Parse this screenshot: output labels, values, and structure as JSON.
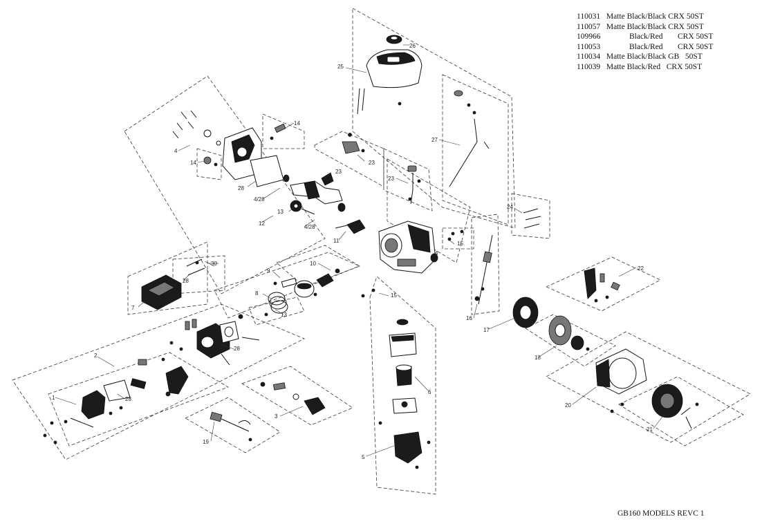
{
  "models": [
    {
      "number": "110031",
      "color": "Matte Black/Black",
      "model": "CRX 50ST"
    },
    {
      "number": "110057",
      "color": "Matte Black/Black",
      "model": "CRX 50ST"
    },
    {
      "number": "109966",
      "color": "Black/Red",
      "model": "CRX 50ST"
    },
    {
      "number": "110053",
      "color": "Black/Red",
      "model": "CRX 50ST"
    },
    {
      "number": "110034",
      "color": "Matte Black/Black",
      "model": "GB   50ST"
    },
    {
      "number": "110039",
      "color": "Matte Black/Red",
      "model": "CRX 50ST"
    }
  ],
  "footer": "GB160 MODELS REVC 1",
  "callouts": {
    "c1": "1",
    "c2": "2",
    "c3": "3",
    "c4a": "4",
    "c4b": "4",
    "c4_28a": "4/28",
    "c4_28b": "4/28",
    "c5": "5",
    "c6": "6",
    "c7": "7",
    "c8": "8",
    "c9": "9",
    "c10": "10",
    "c11": "11",
    "c12": "12",
    "c13a": "13",
    "c13b": "13",
    "c14a": "14",
    "c14b": "14",
    "c15a": "15",
    "c15b": "15",
    "c16": "16",
    "c17": "17",
    "c18": "18",
    "c19": "19",
    "c20": "20",
    "c21": "21",
    "c22": "22",
    "c23a": "23",
    "c23b": "23",
    "c23c": "23",
    "c24": "24",
    "c25": "25",
    "c26": "26",
    "c27": "27",
    "c28a": "28",
    "c28b": "28",
    "c28c": "28",
    "c28d": "28",
    "c30": "30"
  }
}
